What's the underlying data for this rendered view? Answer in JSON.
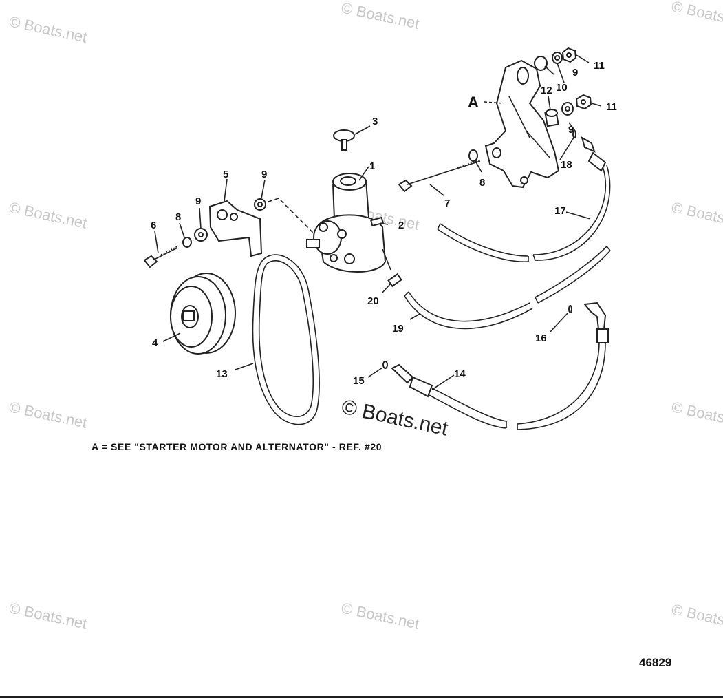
{
  "diagram": {
    "callouts": {
      "c1": "1",
      "c2": "2",
      "c3": "3",
      "c4": "4",
      "c5": "5",
      "c6": "6",
      "c7": "7",
      "c8a": "8",
      "c8b": "8",
      "c9a": "9",
      "c9b": "9",
      "c9c": "9",
      "c9d": "9",
      "c10": "10",
      "c11a": "11",
      "c11b": "11",
      "c12": "12",
      "c13": "13",
      "c14": "14",
      "c15": "15",
      "c16": "16",
      "c17": "17",
      "c18": "18",
      "c19": "19",
      "c20": "20",
      "cA": "A"
    },
    "note": "A = SEE \"STARTER MOTOR AND ALTERNATOR\" - REF. #20",
    "drawing_number": "46829",
    "watermark": "© Boats.net"
  }
}
